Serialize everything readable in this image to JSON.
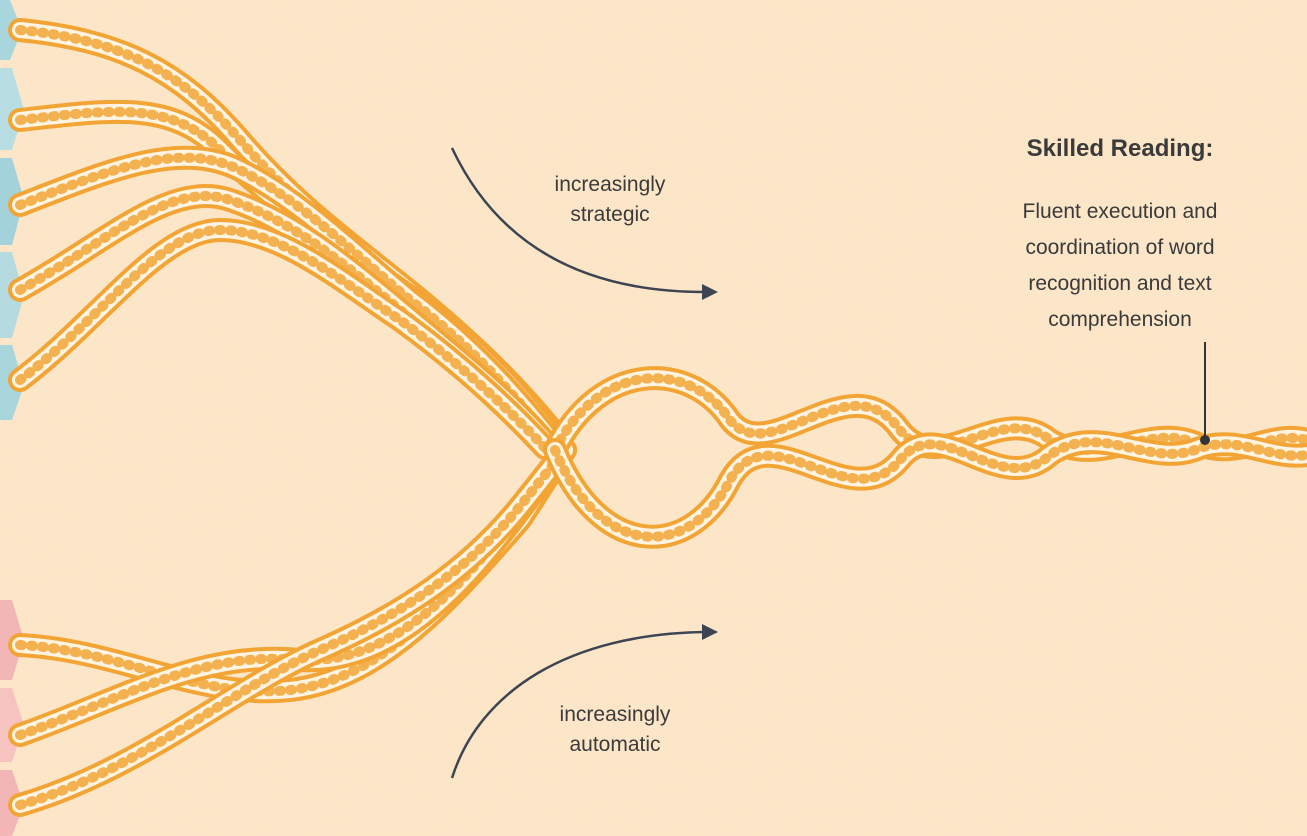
{
  "labels": {
    "strategic": [
      "increasingly",
      "strategic"
    ],
    "automatic": [
      "increasingly",
      "automatic"
    ],
    "outcome_title": "Skilled Reading:",
    "outcome_description": [
      "Fluent execution and",
      "coordination of word",
      "recognition and text",
      "comprehension"
    ]
  },
  "colors": {
    "background": "#fde6c8",
    "rope_outline": "#f2a535",
    "rope_fill": "#fff3e2",
    "arrow": "#3d4552",
    "text": "#3a3a3a",
    "top_tab": "#a9d6dd",
    "bottom_tab": "#f3b6b6"
  },
  "icons": {
    "strategic_arrow": "curved-arrow-right-icon",
    "automatic_arrow": "curved-arrow-right-icon"
  }
}
